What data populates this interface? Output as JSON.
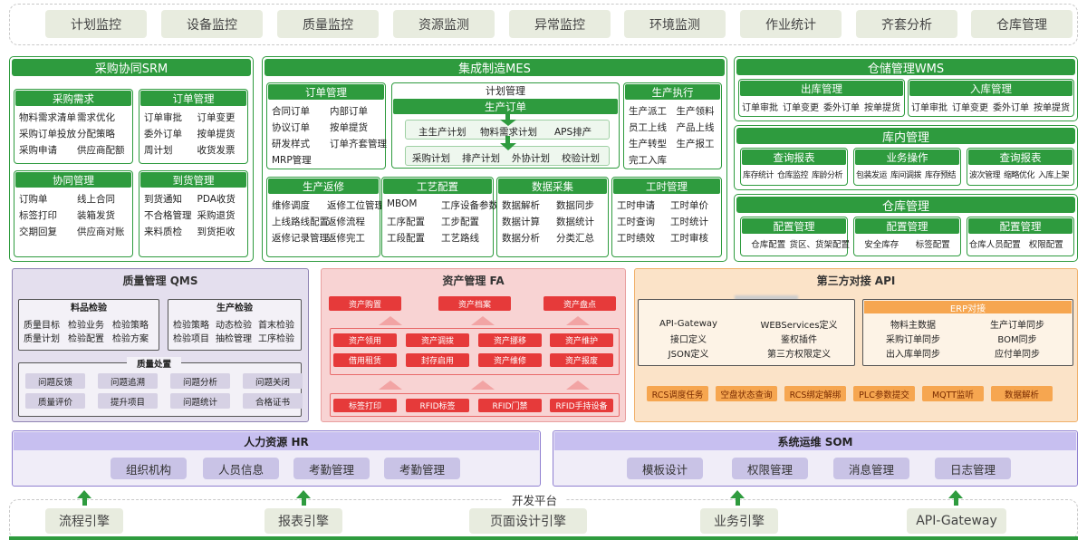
{
  "top_tabs": [
    "计划监控",
    "设备监控",
    "质量监控",
    "资源监测",
    "异常监控",
    "环境监测",
    "作业统计",
    "齐套分析",
    "仓库管理"
  ],
  "srm": {
    "title": "采购协同SRM",
    "demand": {
      "title": "采购需求",
      "rows": [
        [
          "物料需求清单",
          "需求优化"
        ],
        [
          "采购订单投放",
          "分配策略"
        ],
        [
          "采购申请",
          "供应商配额"
        ]
      ]
    },
    "order": {
      "title": "订单管理",
      "rows": [
        [
          "订单审批",
          "订单变更"
        ],
        [
          "委外订单",
          "按单提货"
        ],
        [
          "周计划",
          "收货发票"
        ]
      ]
    },
    "collab": {
      "title": "协同管理",
      "rows": [
        [
          "订购单",
          "线上合同"
        ],
        [
          "标签打印",
          "装箱发货"
        ],
        [
          "交期回复",
          "供应商对账"
        ]
      ]
    },
    "arrival": {
      "title": "到货管理",
      "rows": [
        [
          "到货通知",
          "PDA收货"
        ],
        [
          "不合格管理",
          "采购退货"
        ],
        [
          "来料质检",
          "到货拒收"
        ]
      ]
    }
  },
  "mes": {
    "title": "集成制造MES",
    "order": {
      "title": "订单管理",
      "rows": [
        [
          "合同订单",
          "内部订单"
        ],
        [
          "协议订单",
          "按单提货"
        ],
        [
          "研发样式",
          "订单齐套管理"
        ],
        [
          "MRP管理",
          ""
        ]
      ]
    },
    "plan": {
      "title": "计划管理",
      "sub": "生产订单",
      "row1": [
        "主生产计划",
        "物料需求计划",
        "APS排产"
      ],
      "row2": [
        "采购计划",
        "排产计划",
        "外协计划",
        "校验计划"
      ]
    },
    "exec": {
      "title": "生产执行",
      "rows": [
        [
          "生产派工",
          "生产领料"
        ],
        [
          "员工上线",
          "产品上线"
        ],
        [
          "生产转型",
          "生产报工"
        ],
        [
          "完工入库",
          ""
        ]
      ]
    },
    "rework": {
      "title": "生产返修",
      "rows": [
        [
          "维修调度",
          "返修工位管理"
        ],
        [
          "上线路线配置",
          "返修流程"
        ],
        [
          "返修记录管理",
          "返修完工"
        ]
      ]
    },
    "process": {
      "title": "工艺配置",
      "rows": [
        [
          "MBOM",
          "工序设备参数配置"
        ],
        [
          "工序配置",
          "工步配置"
        ],
        [
          "工段配置",
          "工艺路线"
        ]
      ]
    },
    "data": {
      "title": "数据采集",
      "rows": [
        [
          "数据解析",
          "数据同步"
        ],
        [
          "数据计算",
          "数据统计"
        ],
        [
          "数据分析",
          "分类汇总"
        ]
      ]
    },
    "hours": {
      "title": "工时管理",
      "rows": [
        [
          "工时申请",
          "工时单价"
        ],
        [
          "工时查询",
          "工时统计"
        ],
        [
          "工时绩效",
          "工时审核"
        ]
      ]
    }
  },
  "wms": {
    "title": "仓储管理WMS",
    "out": {
      "title": "出库管理",
      "items": [
        "订单审批",
        "订单变更",
        "委外订单",
        "按单提货"
      ]
    },
    "in": {
      "title": "入库管理",
      "items": [
        "订单审批",
        "订单变更",
        "委外订单",
        "按单提货"
      ]
    },
    "inner_title": "库内管理",
    "inner": [
      {
        "title": "查询报表",
        "items": [
          "库存统计",
          "仓库监控",
          "库龄分析"
        ]
      },
      {
        "title": "业务操作",
        "items": [
          "包装发运",
          "库间调拨",
          "库存预结"
        ]
      },
      {
        "title": "查询报表",
        "items": [
          "波次管理",
          "缩略优化",
          "入库上架"
        ]
      }
    ],
    "wh_title": "仓库管理",
    "wh": [
      {
        "title": "配置管理",
        "items": [
          "仓库配置",
          "货区、货架配置"
        ]
      },
      {
        "title": "配置管理",
        "items": [
          "安全库存",
          "标签配置"
        ]
      },
      {
        "title": "配置管理",
        "items": [
          "仓库人员配置",
          "权限配置"
        ]
      }
    ]
  },
  "qms": {
    "title": "质量管理 QMS",
    "item_check": {
      "title": "料品检验",
      "rows": [
        [
          "质量目标",
          "检验业务",
          "检验策略"
        ],
        [
          "质量计划",
          "检验配置",
          "检验方案"
        ]
      ]
    },
    "prod_check": {
      "title": "生产检验",
      "rows": [
        [
          "检验策略",
          "动态检验",
          "首末检验"
        ],
        [
          "检验项目",
          "抽检管理",
          "工序检验"
        ]
      ]
    },
    "handle_title": "质量处置",
    "handle": [
      [
        "问题反馈",
        "问题追溯",
        "问题分析",
        "问题关闭"
      ],
      [
        "质量评价",
        "提升项目",
        "问题统计",
        "合格证书"
      ]
    ]
  },
  "fa": {
    "title": "资产管理 FA",
    "top": [
      "资产购置",
      "资产档案",
      "资产盘点"
    ],
    "mid1": [
      "资产领用",
      "资产调拨",
      "资产挪移",
      "资产维护"
    ],
    "mid2": [
      "借用租赁",
      "封存启用",
      "资产维修",
      "资产报废"
    ],
    "bottom": [
      "标签打印",
      "RFID标签",
      "RFID门禁",
      "RFID手持设备"
    ]
  },
  "api": {
    "title": "第三方对接 API",
    "left_rows": [
      [
        "API-Gateway",
        "WEBServices定义"
      ],
      [
        "接口定义",
        "鉴权插件"
      ],
      [
        "JSON定义",
        "第三方权限定义"
      ]
    ],
    "erp_title": "ERP对接",
    "erp_rows": [
      [
        "物料主数据",
        "生产订单同步"
      ],
      [
        "采购订单同步",
        "BOM同步"
      ],
      [
        "出入库单同步",
        "应付单同步"
      ]
    ],
    "chips": [
      "RCS调度任务",
      "空盘状态查询",
      "RCS绑定解绑",
      "PLC参数提交",
      "MQTT监听",
      "数据解析"
    ]
  },
  "hr": {
    "title": "人力资源 HR",
    "items": [
      "组织机构",
      "人员信息",
      "考勤管理",
      "考勤管理"
    ]
  },
  "som": {
    "title": "系统运维 SOM",
    "items": [
      "模板设计",
      "权限管理",
      "消息管理",
      "日志管理"
    ]
  },
  "platform": {
    "title": "开发平台",
    "items": [
      "流程引擎",
      "报表引擎",
      "页面设计引擎",
      "业务引擎",
      "API-Gateway"
    ]
  },
  "colors": {
    "green": "#2e9b3e",
    "red": "#e63a3a",
    "orange": "#f6a650",
    "purple": "#8f7fd0"
  }
}
